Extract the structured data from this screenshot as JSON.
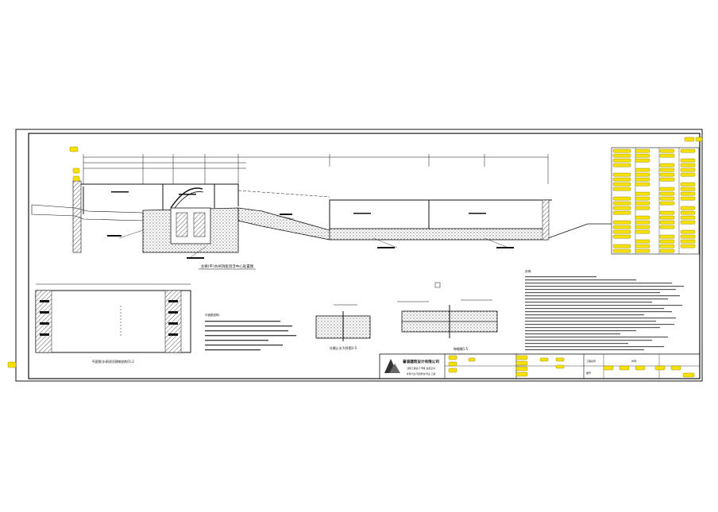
{
  "company": {
    "name": "誉诚建筑设计有限公司",
    "line2": "建筑工程设计  甲级  资质证书",
    "line3": "水利行业(河道整治)专业  乙级"
  },
  "drawing": {
    "main_section_title": "主要(平)水闸消能消浮中心处置图",
    "plan_title": "平面图(水闸消浮建筑结构)1:2",
    "detail1_title": "分缝止水大样图1:5",
    "detail2_title": "伸缩缝1:5",
    "notes_heading": "说明:",
    "plan_notes_heading": "平面图说明:",
    "sheet_no": "水利",
    "sheet_label_a": "工程名称",
    "sheet_label_b": "图号"
  },
  "colors": {
    "line": "#111111",
    "annotation_fill": "#f6e100",
    "annotation_stroke": "#8a7a00",
    "hatch": "#333333"
  }
}
